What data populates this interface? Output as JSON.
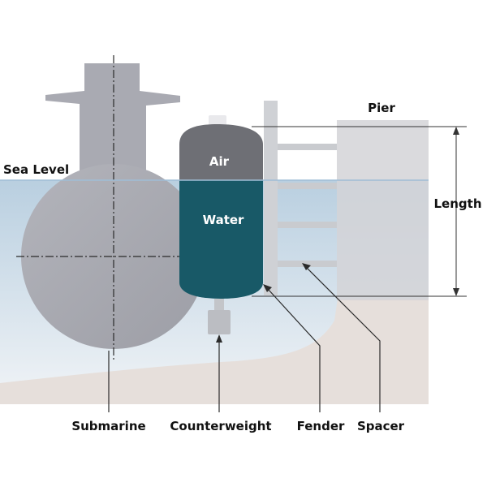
{
  "labels": {
    "sea_level": "Sea Level",
    "pier": "Pier",
    "length": "Length",
    "air": "Air",
    "water": "Water",
    "submarine": "Submarine",
    "counterweight": "Counterweight",
    "fender": "Fender",
    "spacer": "Spacer"
  },
  "colors": {
    "sea_top": "#b9cfe0",
    "sea_bottom": "#eef3f7",
    "seabed": "#e6dfdb",
    "submarine_hull": "#a9aab2",
    "fender_air": "#6e6f75",
    "fender_water": "#185967",
    "pier": "#d4d4d7",
    "label_on_fender": "#ffffff"
  }
}
